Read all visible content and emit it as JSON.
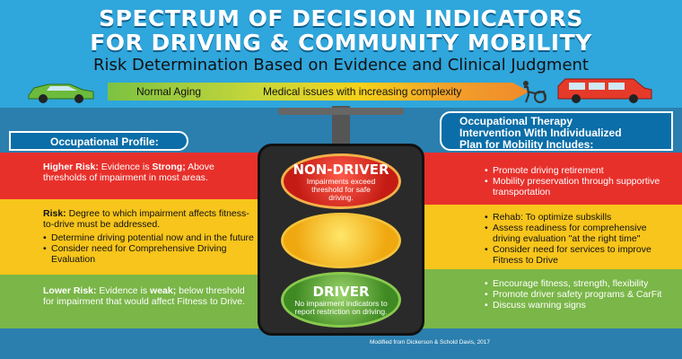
{
  "title": {
    "line1": "SPECTRUM OF DECISION INDICATORS",
    "line2": "FOR DRIVING & COMMUNITY MOBILITY",
    "subtitle": "Risk Determination Based on Evidence and Clinical Judgment"
  },
  "spectrum": {
    "left_label": "Normal Aging",
    "right_label": "Medical issues with increasing complexity"
  },
  "left": {
    "header": "Occupational Profile:",
    "high": {
      "lead": "Higher Risk:",
      "text1": " Evidence is ",
      "strong": "Strong;",
      "text2": "Above thresholds of impairment in most areas."
    },
    "mid": {
      "lead": "Risk:",
      "text": " Degree to which impairment affects fitness-to-drive must be addressed.",
      "bullets": [
        "Determine driving potential now and in the future",
        "Consider need for Comprehensive Driving Evaluation"
      ]
    },
    "low": {
      "lead": "Lower Risk:",
      "text1": " Evidence is ",
      "weak": "weak;",
      "text2": " below threshold for impairment that would affect Fitness to Drive."
    }
  },
  "right": {
    "header_line1": "Occupational Therapy",
    "header_line2": "Intervention With Individualized",
    "header_line3": "Plan for Mobility Includes:",
    "red_items": [
      "Promote driving retirement",
      "Mobility preservation through supportive transportation"
    ],
    "yellow_items": [
      "Rehab: To optimize subskills",
      "Assess readiness for comprehensive driving evaluation \"at the right time\"",
      "Consider need for services to improve Fitness to Drive"
    ],
    "green_items": [
      "Encourage fitness, strength, flexibility",
      "Promote driver safety programs & CarFit",
      "Discuss warning signs"
    ]
  },
  "light": {
    "red_title": "NON-DRIVER",
    "red_text": "Impairments exceed threshold for safe driving.",
    "green_title": "DRIVER",
    "green_text": "No impairment indicators to report restriction on driving."
  },
  "credit": "Modified from Dickerson & Schold Davis, 2017",
  "colors": {
    "red": "#e8302b",
    "yellow": "#f7c51b",
    "green": "#7ab648",
    "header": "#0b6ea8",
    "sky": "#2fa6dc"
  }
}
